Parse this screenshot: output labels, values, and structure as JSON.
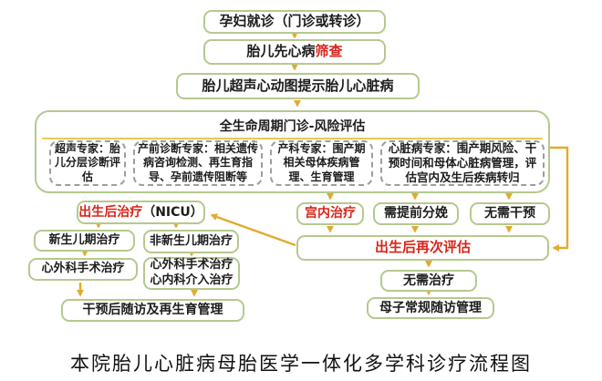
{
  "palette": {
    "box_border": "#b5c98e",
    "arrow": "#e2aa2e",
    "highlight_red": "#d8251a",
    "text_black": "#1c1c1c",
    "dashed_border": "#9aa09b",
    "divider_yellow": "#e9c94f"
  },
  "nodes": {
    "visit": {
      "label": "孕妇就诊（门诊或转诊）"
    },
    "screening": {
      "prefix": "胎儿先心病",
      "highlight": "筛查"
    },
    "echo": {
      "label": "胎儿超声心动图提示胎儿心脏病"
    },
    "panel": {
      "title_prefix": "全生命周期门诊-",
      "title_highlight": "风险评估",
      "experts": [
        {
          "label": "超声专家：胎儿分层诊断评估"
        },
        {
          "label": "产前诊断专家：相关遗传病咨询检测、再生育指导、孕前遗传阻断等"
        },
        {
          "label": "产科专家：围产期相关母体疾病管理、生育管理"
        },
        {
          "label": "心脏病专家：围产期风险、干预时间和母体心脏病管理，评估宫内及生后疾病转归"
        }
      ]
    },
    "nicu": {
      "highlight": "出生后治疗",
      "suffix": "（NICU）"
    },
    "intrauterine": {
      "label": "宫内治疗"
    },
    "early_delivery": {
      "label": "需提前分娩"
    },
    "no_intervention": {
      "label": "无需干预"
    },
    "neonatal": {
      "label": "新生儿期治疗"
    },
    "non_neonatal": {
      "label": "非新生儿期治疗"
    },
    "surgery": {
      "label": "心外科手术治疗"
    },
    "surgery_intervention": {
      "line1": "心外科手术治疗",
      "line2": "心内科介入治疗"
    },
    "reassessment": {
      "label": "出生后再次评估"
    },
    "no_treatment": {
      "label": "无需治疗"
    },
    "followup_after_intervention": {
      "label": "干预后随访及再生育管理"
    },
    "routine_followup": {
      "label": "母子常规随访管理"
    }
  },
  "caption": "本院胎儿心脏病母胎医学一体化多学科诊疗流程图"
}
